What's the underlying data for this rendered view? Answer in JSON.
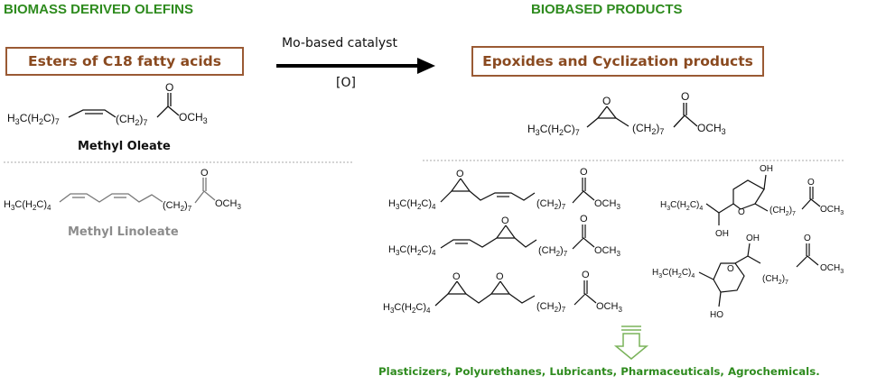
{
  "headers": {
    "left": "BIOMASS DERIVED OLEFINS",
    "right": "BIOBASED PRODUCTS"
  },
  "boxes": {
    "left": "Esters of C18 fatty acids",
    "right": "Epoxides and Cyclization products"
  },
  "reaction": {
    "catalyst": "Mo-based catalyst",
    "oxidant": "[O]"
  },
  "compounds": {
    "methyl_oleate": "Methyl Oleate",
    "methyl_linoleate": "Methyl Linoleate"
  },
  "applications": "Plasticizers, Polyurethanes, Lubricants, Pharmaceuticals, Agrochemicals.",
  "colors": {
    "header_green": "#2e8b1e",
    "box_brown": "#9a5a34",
    "linoleate_gray": "#8c8c8c",
    "arrow_green": "#7ab35a"
  }
}
